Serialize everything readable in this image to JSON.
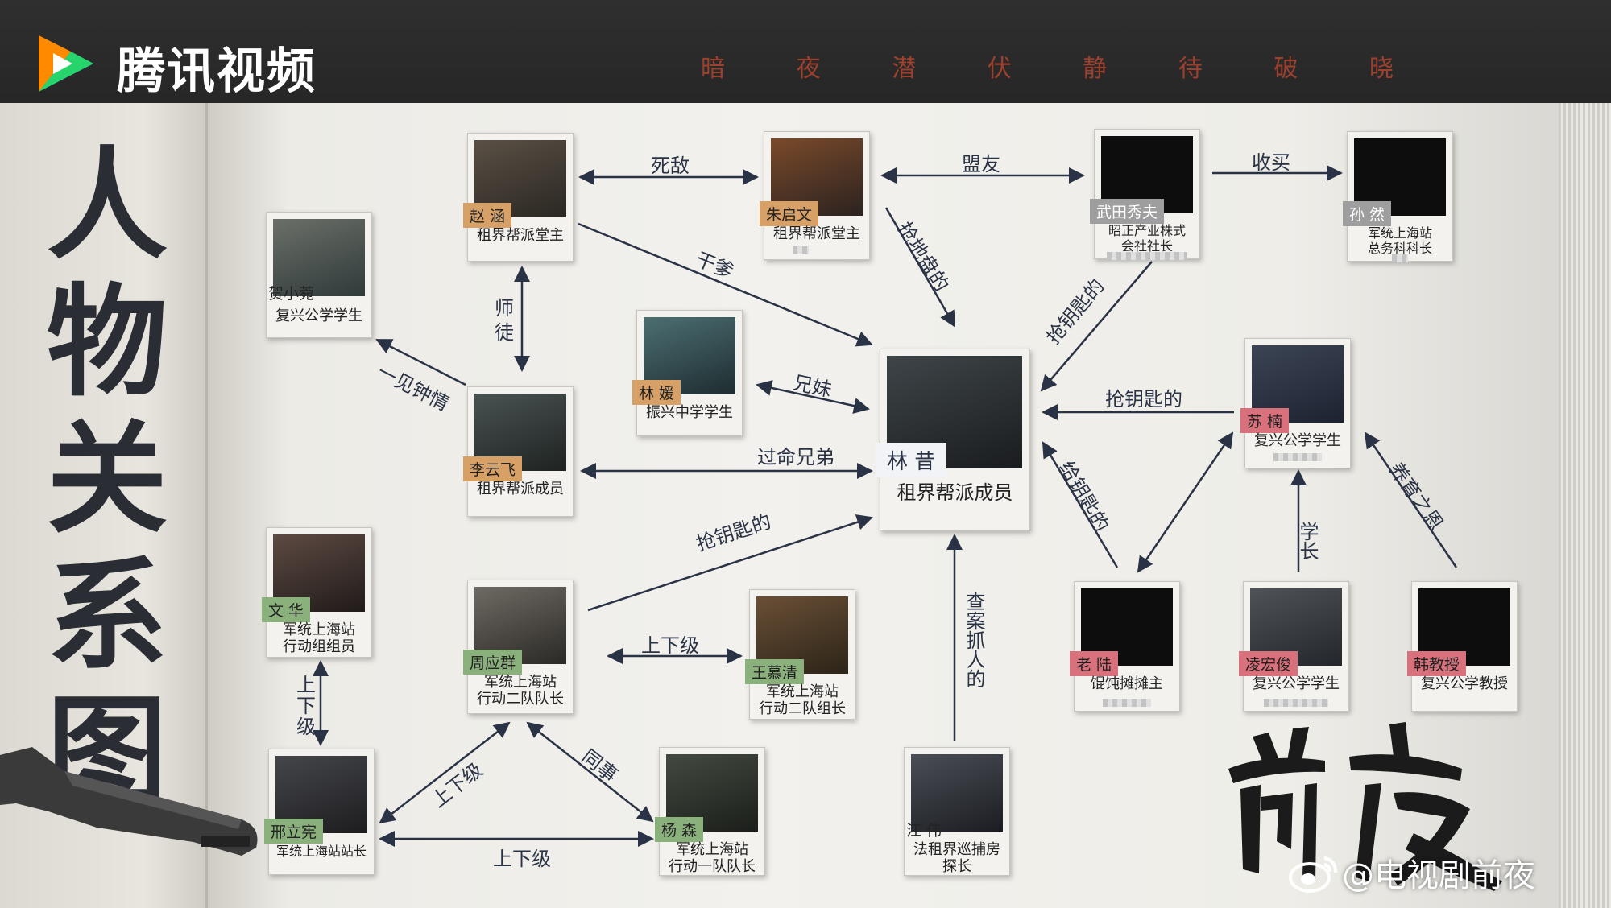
{
  "brand": {
    "name": "腾讯视频",
    "icon": "tencent-video-play-icon"
  },
  "slogan": [
    "暗",
    "夜",
    "潜",
    "伏",
    "静",
    "待",
    "破",
    "晓"
  ],
  "title": [
    "人",
    "物",
    "关",
    "系",
    "图"
  ],
  "watermark": "@电视剧前夜",
  "calligraphy": "前夜",
  "colors": {
    "tag_orange": "#d7a066",
    "tag_green": "#8ab07c",
    "tag_grey": "#9e9e9e",
    "tag_pink": "#d8717b",
    "slogan": "#b2452f",
    "arrow": "#2a3245"
  },
  "characters": {
    "zhaohan": {
      "name": "赵 涵",
      "role": "租界帮派堂主"
    },
    "zhuqiwen": {
      "name": "朱启文",
      "role": "租界帮派堂主"
    },
    "wutian": {
      "name": "武田秀夫",
      "role": "昭正产业株式\n会社社长"
    },
    "sunran": {
      "name": "孙 然",
      "role": "军统上海站\n总务科科长"
    },
    "hexiaowan": {
      "name": "贺小菀",
      "role": "复兴公学学生"
    },
    "linyuan": {
      "name": "林 媛",
      "role": "振兴中学学生"
    },
    "linxi": {
      "name": "林 昔",
      "role": "租界帮派成员"
    },
    "suyu": {
      "name": "苏 楠",
      "role": "复兴公学学生"
    },
    "liyunfei": {
      "name": "李云飞",
      "role": "租界帮派成员"
    },
    "wenhua": {
      "name": "文 华",
      "role": "军统上海站\n行动组组员"
    },
    "zhouyingqun": {
      "name": "周应群",
      "role": "军统上海站\n行动二队队长"
    },
    "wangmuqing": {
      "name": "王慕清",
      "role": "军统上海站\n行动二队组长"
    },
    "laolu": {
      "name": "老 陆",
      "role": "馄饨摊摊主"
    },
    "linghongjun": {
      "name": "凌宏俊",
      "role": "复兴公学学生"
    },
    "hanjiaoshou": {
      "name": "韩教授",
      "role": "复兴公学教授"
    },
    "xinglixian": {
      "name": "邢立宪",
      "role": "军统上海站站长"
    },
    "yangsen": {
      "name": "杨 森",
      "role": "军统上海站\n行动一队队长"
    },
    "jiangwei": {
      "name": "江 伟",
      "role": "法租界巡捕房\n探长"
    }
  },
  "relations": {
    "sidi": "死敌",
    "mengyou": "盟友",
    "shoumai": "收买",
    "gandie": "干爹",
    "qiangdipan": "抢地盘的",
    "qiangyaoshi1": "抢钥匙的",
    "shitu": "师\n徒",
    "xiongmei": "兄妹",
    "qiangyaoshi2": "抢钥匙的",
    "yijianzhongqing": "一见钟情",
    "guomingxiongdi": "过命兄弟",
    "geiyaoshi": "给钥匙的",
    "yangyuzhien": "养育之恩",
    "xuezhang": "学长",
    "qiangyaoshi3": "抢钥匙的",
    "chaanzhuaren": "查案抓人的",
    "shangxiaji1": "上下级",
    "shangxiaji2": "上\n下\n级",
    "shangxiaji3": "上下级",
    "tongshi": "同事",
    "shangxiaji4": "上下级"
  }
}
